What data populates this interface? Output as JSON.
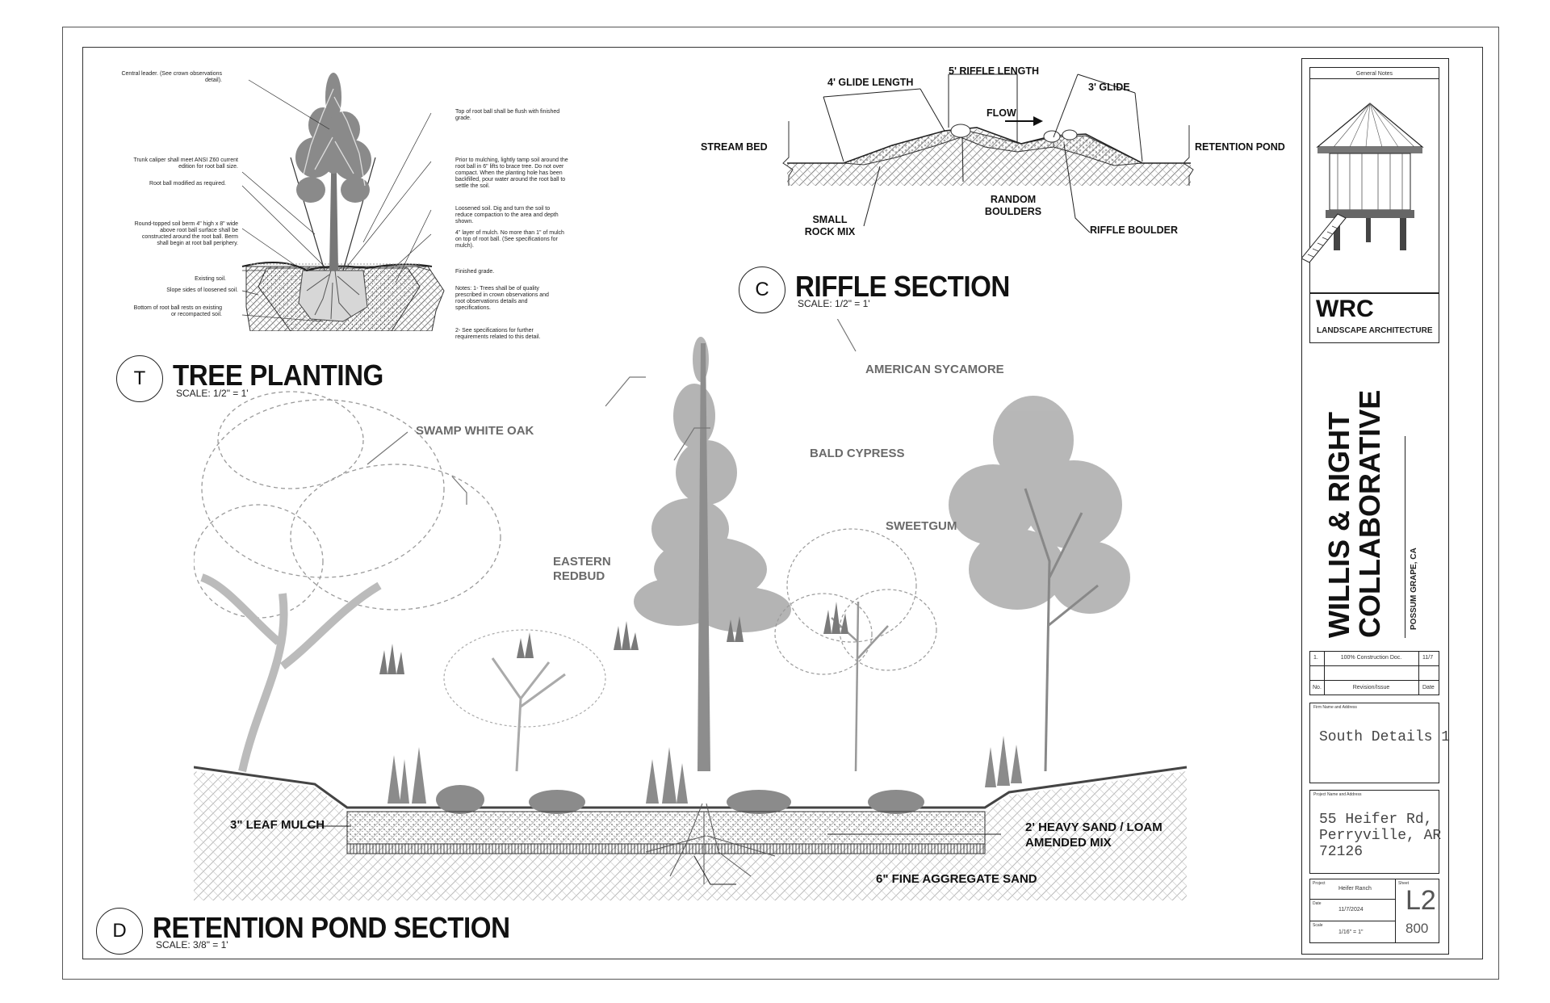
{
  "tree_planting": {
    "marker": "T",
    "title": "TREE PLANTING",
    "scale": "SCALE: 1/2\" = 1'",
    "notes_left": [
      "Central leader. (See crown observations detail).",
      "Trunk caliper shall meet ANSI Z60 current edition for root ball size.",
      "Root ball modified as required.",
      "Round-topped soil berm 4\" high x 8\" wide above root ball surface shall be constructed around the root ball. Berm shall begin at root ball periphery.",
      "Existing soil.",
      "Slope sides of loosened soil.",
      "Bottom of root ball rests on existing or recompacted soil."
    ],
    "notes_right": [
      "Top of root ball shall be flush with finished grade.",
      "Prior to mulching, lightly tamp soil around the root ball in 6\" lifts to brace tree. Do not over compact. When the planting hole has been backfilled, pour water around the root ball to settle the soil.",
      "Loosened soil. Dig and turn the soil to reduce compaction to the area and depth shown.",
      "4\" layer of mulch. No more than 1\" of mulch on top of root ball. (See specifications for mulch).",
      "Finished grade.",
      "Notes: 1- Trees shall be of quality prescribed in crown observations and root observations details and specifications.",
      "2- See specifications for further requirements related to this detail."
    ]
  },
  "riffle": {
    "marker": "C",
    "title": "RIFFLE SECTION",
    "scale": "SCALE: 1/2\" = 1'",
    "labels": {
      "glide_left": "4' GLIDE LENGTH",
      "riffle_length": "5' RIFFLE LENGTH",
      "glide_right": "3' GLIDE",
      "flow": "FLOW",
      "stream_bed": "STREAM BED",
      "retention_pond": "RETENTION POND",
      "small_rock": "SMALL ROCK MIX",
      "random_boulders": "RANDOM BOULDERS",
      "riffle_boulder": "RIFFLE BOULDER"
    }
  },
  "retention": {
    "marker": "D",
    "title": "RETENTION POND SECTION",
    "scale": "SCALE: 3/8\" = 1'",
    "trees": {
      "swamp_white_oak": "SWAMP WHITE OAK",
      "eastern_redbud": "EASTERN REDBUD",
      "bald_cypress": "BALD CYPRESS",
      "sweetgum": "SWEETGUM",
      "american_sycamore": "AMERICAN SYCAMORE"
    },
    "layers": {
      "leaf_mulch": "3\" LEAF MULCH",
      "heavy_sand": "2' HEAVY SAND / LOAM AMENDED MIX",
      "fine_sand": "6\" FINE AGGREGATE SAND"
    }
  },
  "title_block": {
    "general_notes": "General Notes",
    "firm_abbr": "WRC",
    "firm_type": "LANDSCAPE ARCHITECTURE",
    "firm_name_1": "WILLIS & RIGHT",
    "firm_name_2": "COLLABORATIVE",
    "firm_location": "POSSUM GRAPE, CA",
    "revision": {
      "no": "1.",
      "desc": "100% Construction Doc.",
      "date": "11/7"
    },
    "rev_headers": {
      "no": "No.",
      "desc": "Revision/Issue",
      "date": "Date"
    },
    "firm_name_addr_label": "Firm Name and Address",
    "drawing_title": "South Details 1",
    "project_name_addr_label": "Project Name and Address",
    "project_address": [
      "55 Heifer Rd,",
      "Perryville, AR",
      "72126"
    ],
    "project_label": "Project",
    "project_value": "Heifer Ranch",
    "date_label": "Date",
    "date_value": "11/7/2024",
    "scale_label": "Scale",
    "scale_value": "1/16\" = 1\"",
    "sheet_label": "Sheet",
    "sheet_number": "L2",
    "sheet_sub": "800"
  }
}
